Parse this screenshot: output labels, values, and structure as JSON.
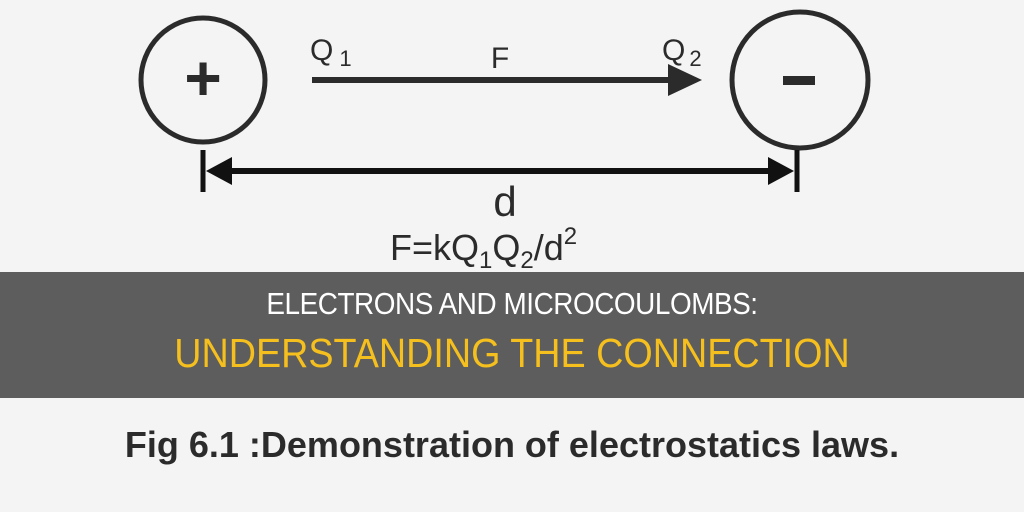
{
  "diagram": {
    "left_charge": "+",
    "right_charge": "-",
    "label_q1": "Q",
    "label_q1_sub": "1",
    "label_q2": "Q",
    "label_q2_sub": "2",
    "label_force": "F",
    "label_distance": "d",
    "formula": "F=kQ",
    "formula_sub1": "1",
    "formula_mid": "Q",
    "formula_sub2": "2",
    "formula_end": "/d",
    "formula_sup": "2"
  },
  "title": {
    "line1": "ELECTRONS AND MICROCOULOMBS:",
    "line2": "UNDERSTANDING THE CONNECTION"
  },
  "caption": "Fig 6.1 :Demonstration of electrostatics laws.",
  "colors": {
    "title_accent": "#f5bf1e",
    "overlay": "#3c3c3c"
  }
}
